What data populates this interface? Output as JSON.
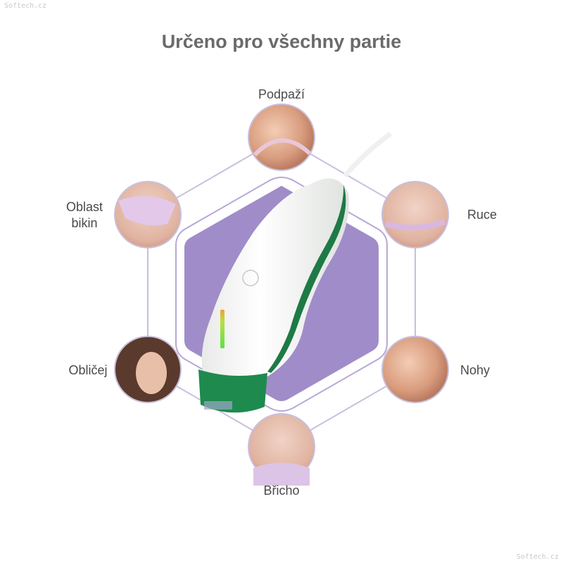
{
  "watermark": "Softech.cz",
  "title": "Určeno pro všechny partie",
  "areas": [
    {
      "label": "Podpaží",
      "icon": "armpit-photo"
    },
    {
      "label": "Ruce",
      "icon": "arm-photo"
    },
    {
      "label": "Nohy",
      "icon": "legs-photo"
    },
    {
      "label": "Břicho",
      "icon": "belly-photo"
    },
    {
      "label": "Obličej",
      "icon": "face-photo"
    },
    {
      "label": "Oblast bikin",
      "label_line1": "Oblast",
      "label_line2": "bikin",
      "icon": "bikini-photo"
    }
  ],
  "colors": {
    "title": "#6a6a6a",
    "hex_fill": "#a08cc8",
    "hex_line": "#c9bfdc",
    "device_green": "#1e7a45",
    "device_white": "#f4f5f4"
  }
}
